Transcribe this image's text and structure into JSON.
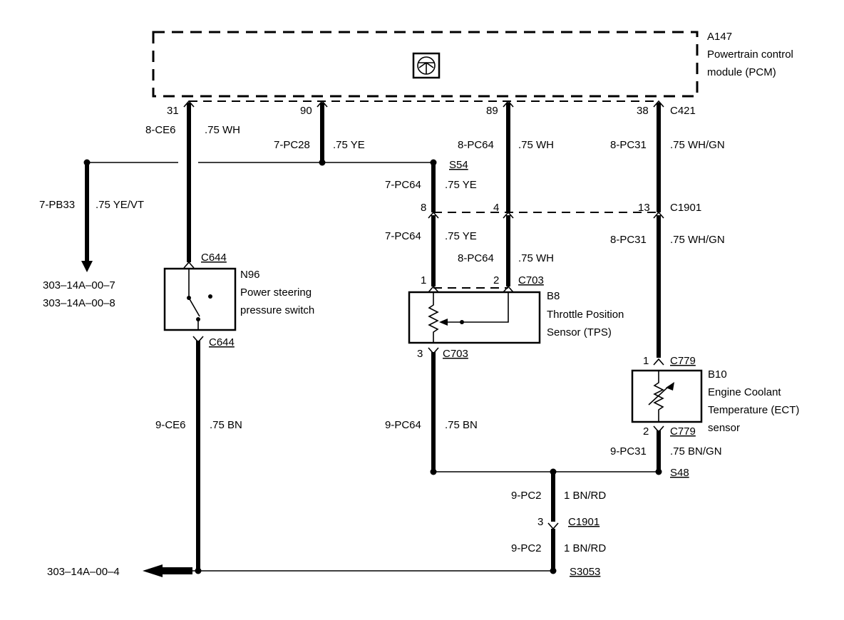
{
  "pcm": {
    "id": "A147",
    "line1": "Powertrain control",
    "line2": "module (PCM)"
  },
  "pins": {
    "p31": "31",
    "p90": "90",
    "p89": "89",
    "p38": "38",
    "c421": "C421"
  },
  "circuits": {
    "ce6_top": "8-CE6",
    "ce6_top_gauge": ".75 WH",
    "pc28": "7-PC28",
    "pc28_gauge": ".75 YE",
    "pc64_top": "8-PC64",
    "pc64_top_gauge": ".75 WH",
    "pc31_top": "8-PC31",
    "pc31_top_gauge": ".75 WH/GN",
    "pb33": "7-PB33",
    "pb33_gauge": ".75 YE/VT",
    "pc64_s54": "7-PC64",
    "pc64_s54_gauge": ".75 YE",
    "pc64_mid_ye": "7-PC64",
    "pc64_mid_ye_gauge": ".75 YE",
    "pc64_mid_wh": "8-PC64",
    "pc64_mid_wh_gauge": ".75 WH",
    "pc31_mid": "8-PC31",
    "pc31_mid_gauge": ".75 WH/GN",
    "ce6_bot": "9-CE6",
    "ce6_bot_gauge": ".75 BN",
    "pc64_bot": "9-PC64",
    "pc64_bot_gauge": ".75 BN",
    "pc31_bot": "9-PC31",
    "pc31_bot_gauge": ".75 BN/GN",
    "pc2_top": "9-PC2",
    "pc2_top_gauge": "1 BN/RD",
    "pc2_bot": "9-PC2",
    "pc2_bot_gauge": "1 BN/RD"
  },
  "splices": {
    "s54": "S54",
    "s48": "S48",
    "s3053": "S3053"
  },
  "connectors": {
    "c1901_top": "C1901",
    "c1901_p8": "8",
    "c1901_p4": "4",
    "c1901_p13": "13",
    "c644_top": "C644",
    "c644_bot": "C644",
    "c703_top": "C703",
    "c703_p1": "1",
    "c703_p2": "2",
    "c703_bot": "C703",
    "c703_p3": "3",
    "c779_top": "C779",
    "c779_p1": "1",
    "c779_bot": "C779",
    "c779_p2": "2",
    "c1901_bot": "C1901",
    "c1901_p3": "3"
  },
  "components": {
    "n96_id": "N96",
    "n96_line1": "Power steering",
    "n96_line2": "pressure switch",
    "b8_id": "B8",
    "b8_line1": "Throttle Position",
    "b8_line2": "Sensor (TPS)",
    "b10_id": "B10",
    "b10_line1": "Engine Coolant",
    "b10_line2": "Temperature (ECT)",
    "b10_line3": "sensor"
  },
  "refs": {
    "r7": "303–14A–00–7",
    "r8": "303–14A–00–8",
    "r4": "303–14A–00–4"
  }
}
